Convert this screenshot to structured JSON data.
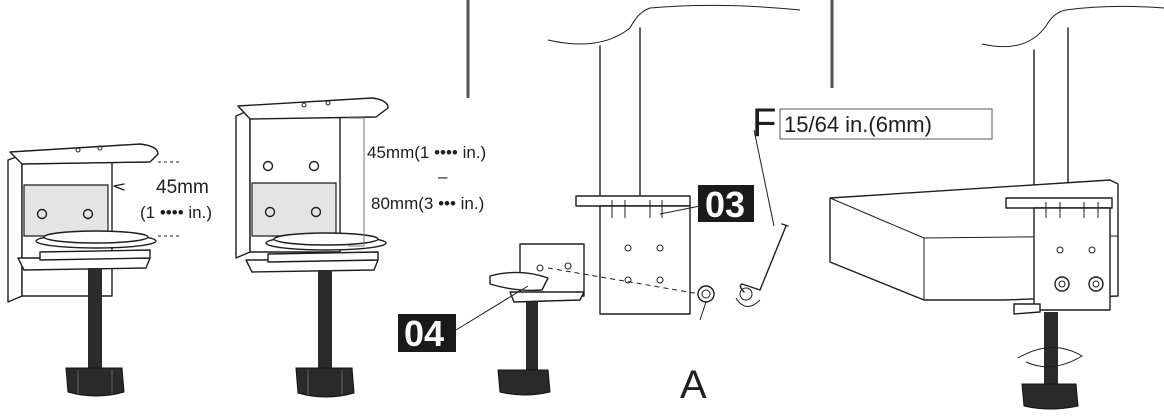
{
  "clamp_left": {
    "depth_line1": "45mm",
    "depth_line2": "(1 •••• in.)"
  },
  "clamp_middle": {
    "range_min": "45mm(1 •••• in.)",
    "range_dash": "–",
    "range_max": "80mm(3 ••• in.)"
  },
  "assembly": {
    "part_upper": "03",
    "part_lower": "04",
    "part_screw": "A",
    "tool_letter": "F",
    "tool_size": "15/64 in.(6mm)"
  }
}
